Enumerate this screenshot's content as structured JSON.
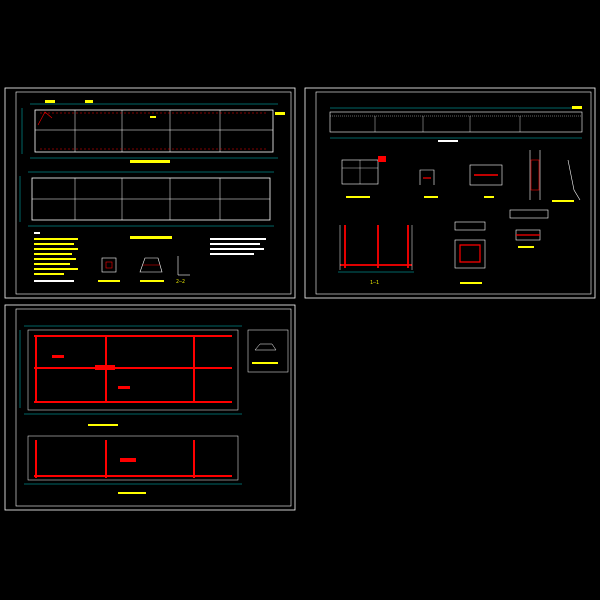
{
  "drawing": {
    "background": "#000000",
    "colors": {
      "frame": "#ffffff",
      "structure": "#ffffff",
      "rebar": "#ff0000",
      "dimension": "#00ffff",
      "annotation": "#ffff00",
      "note_text": "#ffff00"
    },
    "sheets": [
      {
        "name": "sheet-top-left"
      },
      {
        "name": "sheet-top-right"
      },
      {
        "name": "sheet-bottom-left"
      }
    ],
    "labels": {
      "sec_1_1": "1—1",
      "sec_2_2": "2—2"
    }
  }
}
